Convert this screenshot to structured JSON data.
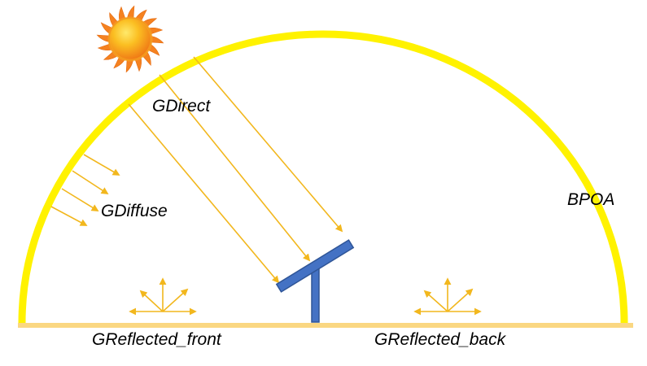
{
  "labels": {
    "direct": "GDirect",
    "diffuse": "GDiffuse",
    "bpoa": "BPOA",
    "reflected_front": "GReflected_front",
    "reflected_back": "GReflected_back"
  },
  "icons": {
    "sun": "sun-icon",
    "panel": "solar-panel-icon",
    "dome": "sky-dome",
    "ground": "ground-line"
  },
  "colors": {
    "dome": "#FFF200",
    "ground": "#FAD782",
    "ray": "#F2B71D",
    "panel": "#4472C4",
    "panel_edge": "#2F5597",
    "sun_core": "#F7A21B",
    "sun_rays": "#F58220",
    "text": "#000000"
  }
}
